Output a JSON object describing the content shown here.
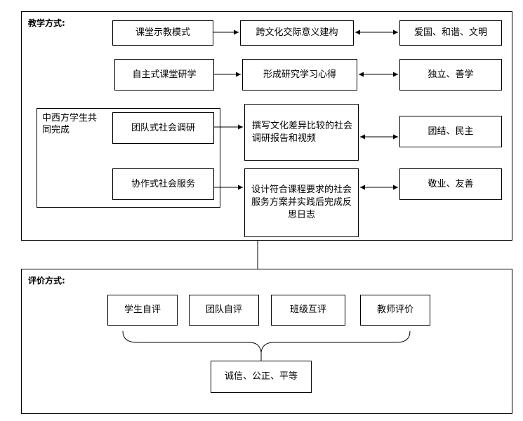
{
  "teaching": {
    "title": "教学方式:",
    "group_label": "中西方学生共同完成",
    "rows": [
      {
        "method": "课堂示教模式",
        "activity": "跨文化交际意义建构",
        "value": "爱国、和谐、文明"
      },
      {
        "method": "自主式课堂研学",
        "activity": "形成研究学习心得",
        "value": "独立、善学"
      },
      {
        "method": "团队式社会调研",
        "activity": "撰写文化差异比较的社会调研报告和视频",
        "value": "团结、民主"
      },
      {
        "method": "协作式社会服务",
        "activity": "设计符合课程要求的社会服务方案并实践后完成反思日志",
        "value": "敬业、友善"
      }
    ]
  },
  "evaluation": {
    "title": "评价方式:",
    "methods": [
      "学生自评",
      "团队自评",
      "班级互评",
      "教师评价"
    ],
    "outcome": "诚信、公正、平等"
  }
}
